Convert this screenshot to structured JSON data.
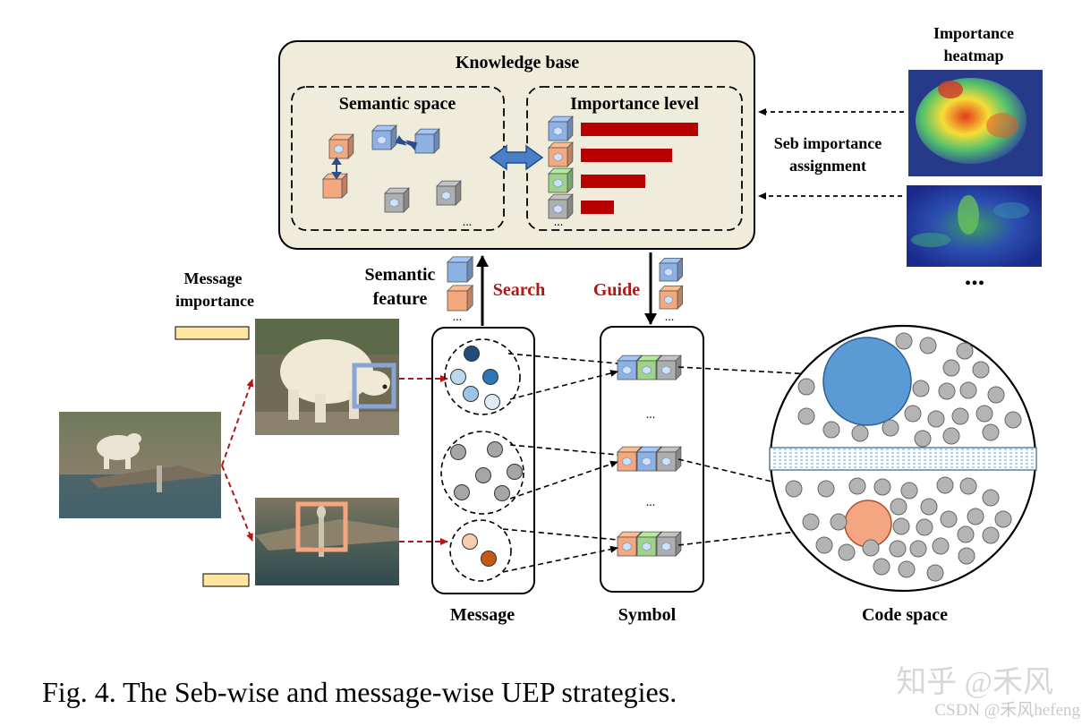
{
  "knowledge_base": {
    "title": "Knowledge base",
    "semantic_space": "Semantic space",
    "importance_level": "Importance level",
    "ellipsis": "...",
    "importance_bars": [
      {
        "color": "blue",
        "level": 1.0
      },
      {
        "color": "orange",
        "level": 0.78
      },
      {
        "color": "green",
        "level": 0.55
      },
      {
        "color": "gray",
        "level": 0.28
      }
    ]
  },
  "heatmap": {
    "title_line1": "Importance",
    "title_line2": "heatmap",
    "assign_line1": "Seb importance",
    "assign_line2": "assignment",
    "more": "..."
  },
  "labels": {
    "message_importance_line1": "Message",
    "message_importance_line2": "importance",
    "semantic_feature_line1": "Semantic",
    "semantic_feature_line2": "feature",
    "search": "Search",
    "guide": "Guide",
    "message": "Message",
    "symbol": "Symbol",
    "code_space": "Code space",
    "ellipsis": "..."
  },
  "caption": "Fig. 4.  The Seb-wise and message-wise UEP strategies.",
  "watermark": {
    "line1": "知乎 @禾风",
    "line2": "CSDN @禾风hefeng"
  },
  "colors": {
    "panel_bg": "#efecdc",
    "bar_red": "#b80000",
    "cube_blue": "#8eb1e4",
    "cube_orange": "#f4a87e",
    "cube_green": "#9fd38a",
    "cube_gray": "#aeaeae",
    "circle_blue": "#5b9bd5",
    "circle_orange": "#f4a582",
    "label_red": "#b01818",
    "importance_bar": "#ffe6a0"
  }
}
